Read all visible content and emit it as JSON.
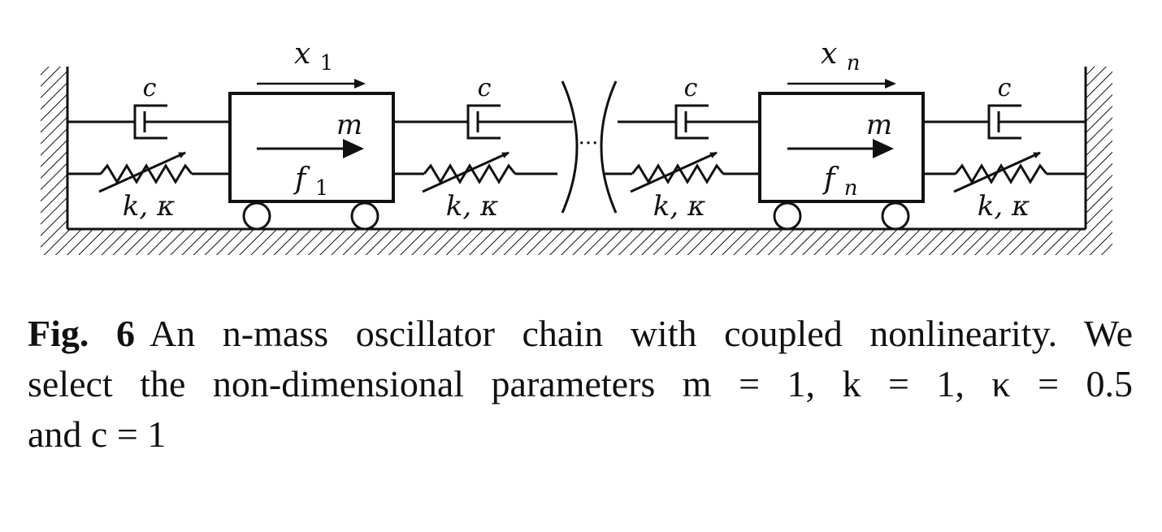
{
  "figure": {
    "labels": {
      "damper": "c",
      "spring": "k, κ",
      "mass": "m",
      "x1": "x1",
      "xn": "xn",
      "f1": "f1",
      "fn": "fn",
      "ellipsis": "···"
    }
  },
  "caption": {
    "fig_label": "Fig. 6",
    "line1_rest": "An n-mass oscillator chain with coupled nonlinearity. We",
    "line2": "select the non-dimensional parameters m = 1, k = 1, κ = 0.5",
    "line3": "and c = 1"
  }
}
